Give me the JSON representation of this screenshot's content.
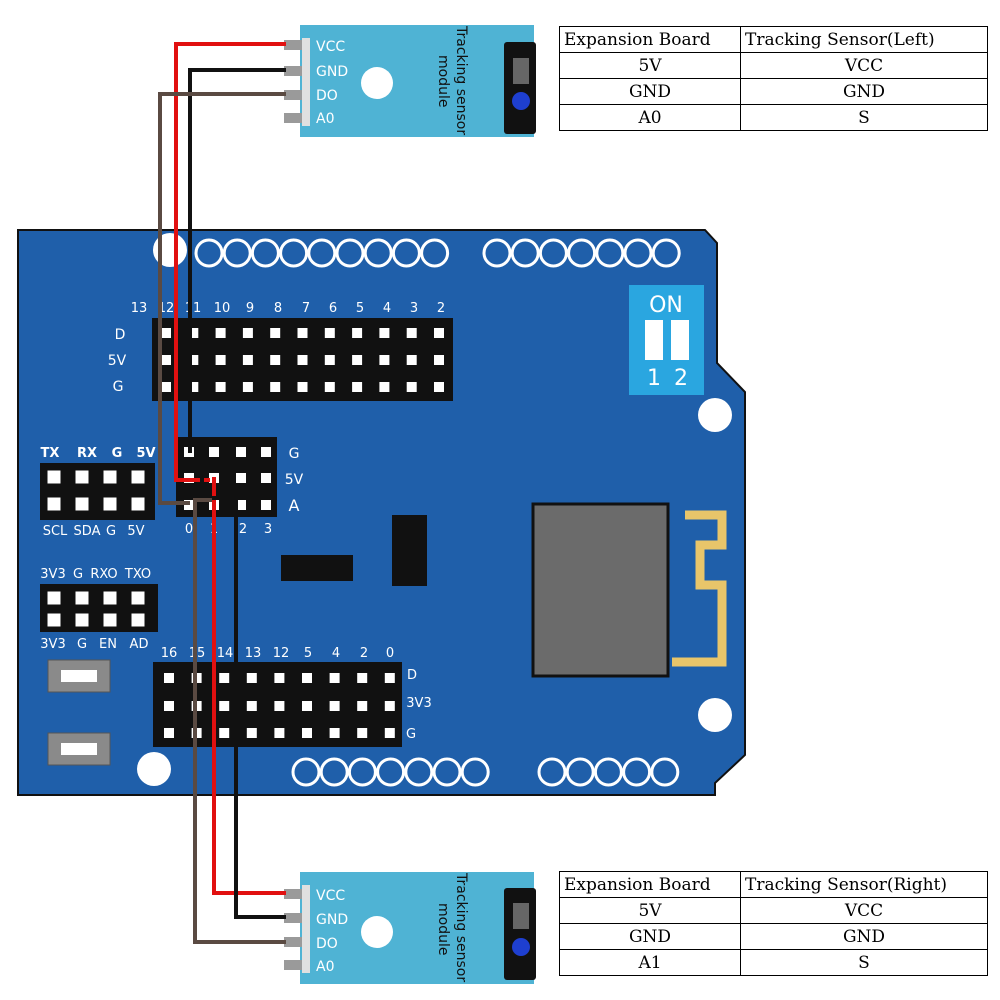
{
  "sensor_module": {
    "title_line1": "Tracking sensor",
    "title_line2": "module",
    "pins": [
      "VCC",
      "GND",
      "DO",
      "A0"
    ]
  },
  "board": {
    "dip_switch": {
      "label": "ON",
      "numbers": [
        "1",
        "2"
      ]
    },
    "digital_header": {
      "pin_numbers": [
        "13",
        "12",
        "11",
        "10",
        "9",
        "8",
        "7",
        "6",
        "5",
        "4",
        "3",
        "2"
      ],
      "row_labels": [
        "D",
        "5V",
        "G"
      ]
    },
    "analog_header": {
      "pin_numbers": [
        "0",
        "1",
        "2",
        "3"
      ],
      "row_labels": [
        "G",
        "5V",
        "A"
      ]
    },
    "uart_header": {
      "top_labels": [
        "TX",
        "RX",
        "G",
        "5V"
      ],
      "bottom_labels": [
        "SCL",
        "SDA",
        "G",
        "5V"
      ]
    },
    "power_header": {
      "top_labels": [
        "3V3",
        "G",
        "RXO",
        "TXO"
      ],
      "bottom_labels": [
        "3V3",
        "G",
        "EN",
        "AD"
      ]
    },
    "esp_header": {
      "pin_numbers": [
        "16",
        "15",
        "14",
        "13",
        "12",
        "5",
        "4",
        "2",
        "0"
      ],
      "row_labels": [
        "D",
        "3V3",
        "G"
      ]
    }
  },
  "tables": [
    {
      "headers": [
        "Expansion Board",
        "Tracking Sensor(Left)"
      ],
      "rows": [
        [
          "5V",
          "VCC"
        ],
        [
          "GND",
          "GND"
        ],
        [
          "A0",
          "S"
        ]
      ]
    },
    {
      "headers": [
        "Expansion Board",
        "Tracking Sensor(Right)"
      ],
      "rows": [
        [
          "5V",
          "VCC"
        ],
        [
          "GND",
          "GND"
        ],
        [
          "A1",
          "S"
        ]
      ]
    }
  ],
  "colors": {
    "board_blue": "#1f5faa",
    "sensor_blue": "#4fb3d4",
    "wire_vcc": "#e11010",
    "wire_gnd": "#111111",
    "wire_signal": "#5a4a42",
    "header_black": "#111111",
    "dip_blue": "#2aa6e0",
    "antenna_gold": "#e8c56a",
    "chip_gray": "#6b6b6b"
  }
}
